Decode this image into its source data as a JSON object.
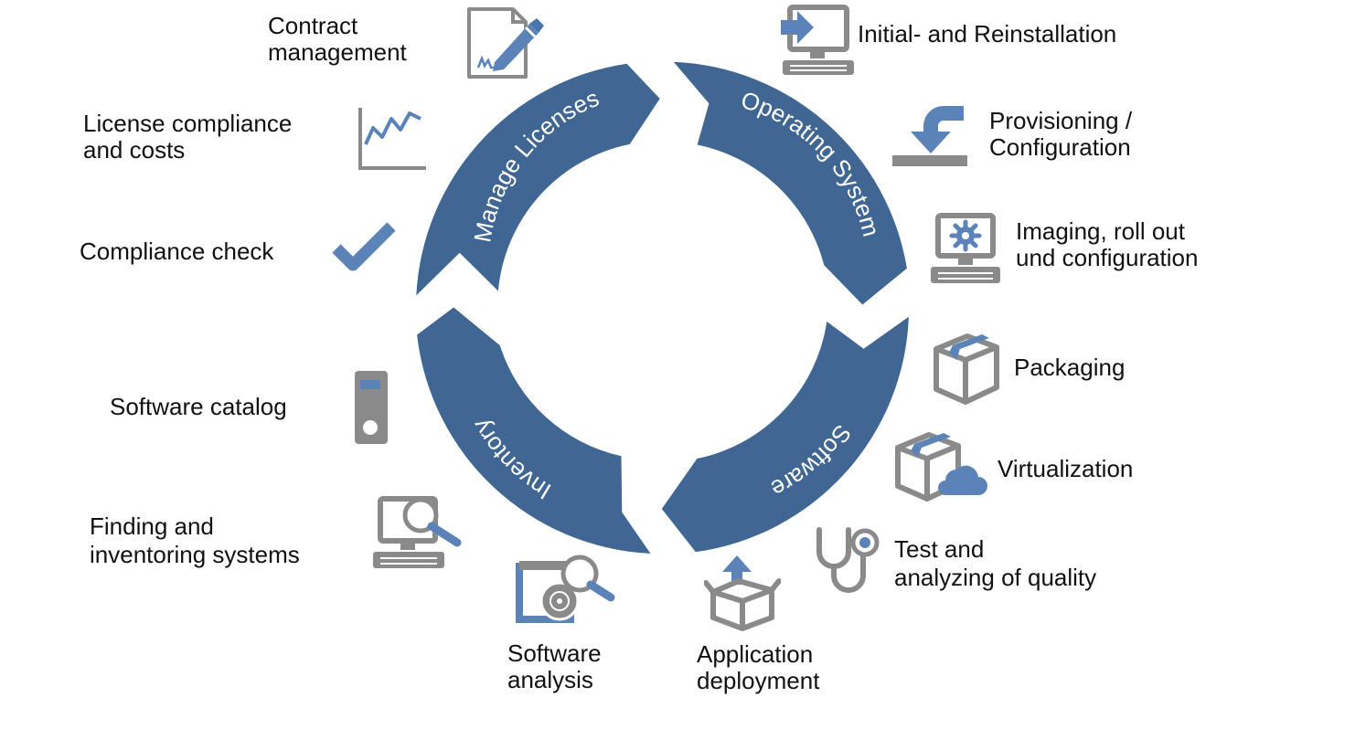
{
  "colors": {
    "ring": "#406694",
    "accent": "#5b83b8",
    "icon_gray": "#8a8a8a",
    "text": "#111111"
  },
  "cycle": {
    "segments": [
      {
        "label": "Manage Licenses"
      },
      {
        "label": "Operating System"
      },
      {
        "label": "Software"
      },
      {
        "label": "Inventory"
      }
    ]
  },
  "items": {
    "contract_management": "Contract\nmanagement",
    "license_compliance": "License compliance\nand costs",
    "compliance_check": "Compliance check",
    "software_catalog": "Software catalog",
    "finding_inventoring": "Finding and\ninventoring systems",
    "software_analysis": "Software\nanalysis",
    "application_deployment": "Application\ndeployment",
    "test_quality": "Test and\nanalyzing of quality",
    "virtualization": "Virtualization",
    "packaging": "Packaging",
    "imaging": "Imaging, roll out\nund configuration",
    "provisioning": "Provisioning /\nConfiguration",
    "reinstallation": "Initial- and Reinstallation"
  },
  "icons": {
    "contract_management": "contract-pen-icon",
    "license_compliance": "line-chart-icon",
    "compliance_check": "checkmark-icon",
    "software_catalog": "catalog-device-icon",
    "finding_inventoring": "computer-search-icon",
    "software_analysis": "software-search-icon",
    "application_deployment": "box-upload-icon",
    "test_quality": "stethoscope-icon",
    "virtualization": "box-cloud-icon",
    "packaging": "package-box-icon",
    "imaging": "computer-gear-icon",
    "provisioning": "provision-arrow-icon",
    "reinstallation": "computer-arrow-icon"
  }
}
